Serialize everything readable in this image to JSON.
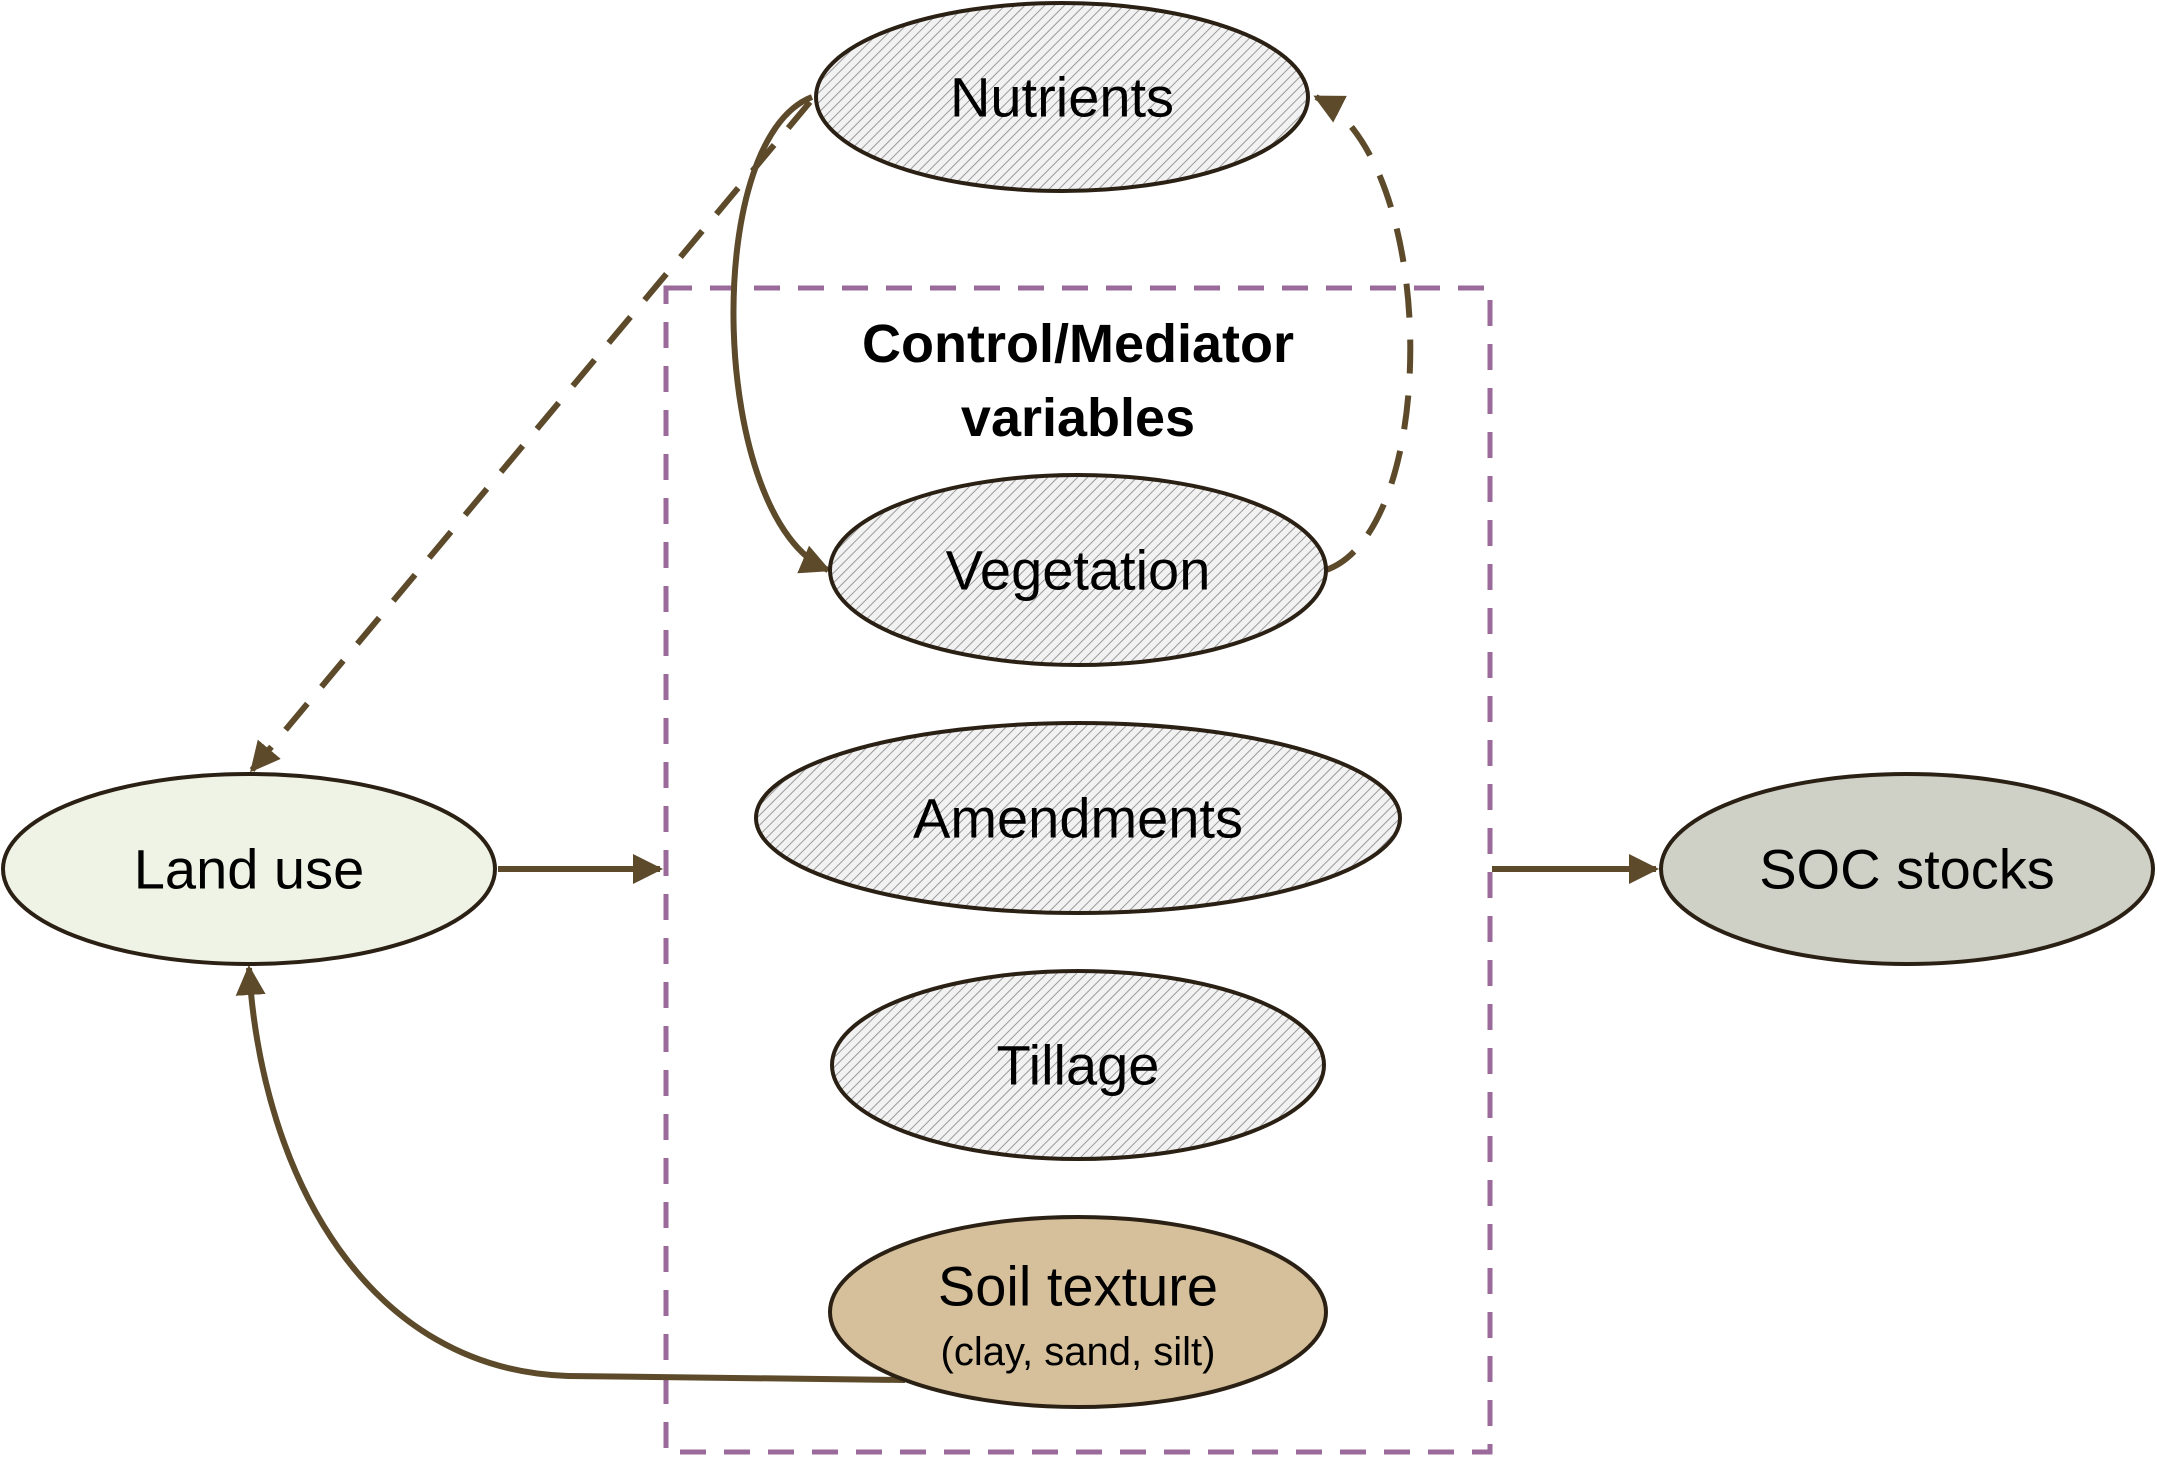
{
  "group": {
    "title_line1": "Control/Mediator",
    "title_line2": "variables",
    "border_color": "#9a6a9a"
  },
  "nodes": {
    "land_use": {
      "label": "Land use",
      "fill": "#eff3e5"
    },
    "soc_stocks": {
      "label": "SOC stocks",
      "fill": "#cfd1c7"
    },
    "nutrients": {
      "label": "Nutrients",
      "fill": "hatched-gray"
    },
    "vegetation": {
      "label": "Vegetation",
      "fill": "hatched-gray"
    },
    "amendments": {
      "label": "Amendments",
      "fill": "hatched-gray"
    },
    "tillage": {
      "label": "Tillage",
      "fill": "hatched-gray"
    },
    "soil_texture": {
      "label": "Soil texture",
      "sublabel": "(clay, sand, silt)",
      "fill": "#d6c09c"
    }
  },
  "edges": [
    {
      "from": "land_use",
      "to": "control_mediator_group",
      "style": "solid"
    },
    {
      "from": "control_mediator_group",
      "to": "soc_stocks",
      "style": "solid"
    },
    {
      "from": "nutrients",
      "to": "vegetation",
      "style": "solid"
    },
    {
      "from": "vegetation",
      "to": "nutrients",
      "style": "dashed"
    },
    {
      "from": "nutrients",
      "to": "land_use",
      "style": "dashed"
    },
    {
      "from": "soil_texture",
      "to": "land_use",
      "style": "solid"
    }
  ],
  "colors": {
    "arrow": "#5c4a2a",
    "outline": "#2b2014"
  }
}
